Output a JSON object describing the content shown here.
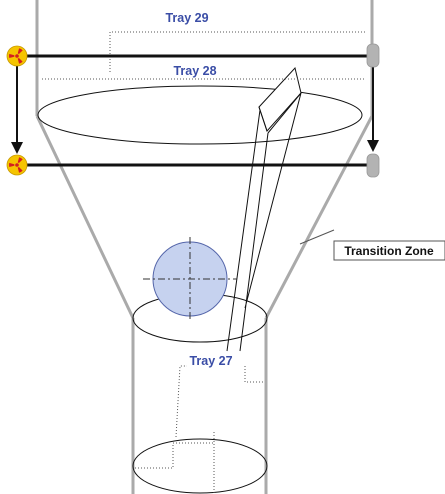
{
  "labels": {
    "tray_29": "Tray 29",
    "tray_28": "Tray 28",
    "tray_27": "Tray 27",
    "transition_zone": "Transition Zone"
  },
  "colors": {
    "vessel_outline": "#aaaaaa",
    "scan_line": "#111111",
    "label_blue": "#3a4da6",
    "source_yellow": "#f5c400",
    "source_red": "#d42020",
    "detector_gray": "#b3b3b3",
    "blob_fill": "#c6d2ef",
    "blob_stroke": "#5566aa"
  },
  "icons": {
    "source": "radiation-trefoil-icon",
    "detector": "detector-capsule-icon"
  }
}
